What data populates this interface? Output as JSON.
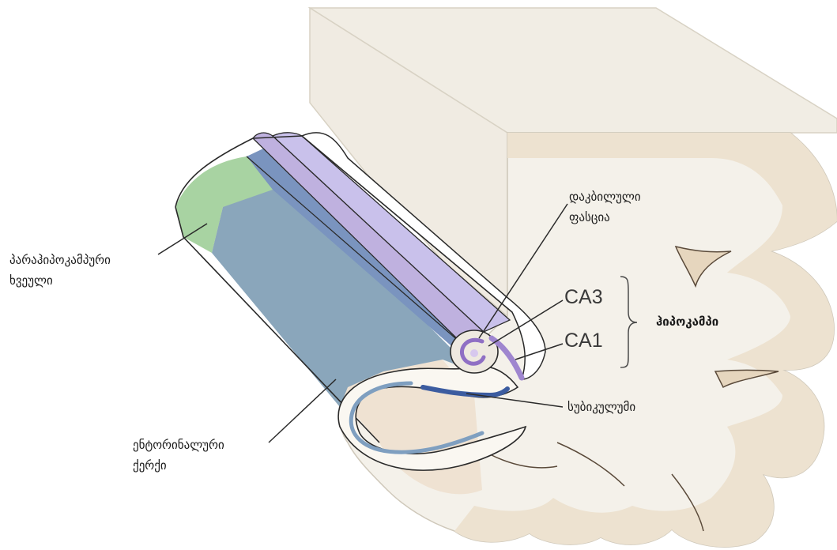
{
  "labels": {
    "dentate_gyrus": [
      "დაკბილული",
      "ფასცია"
    ],
    "parahippocampal_gyrus": [
      "პარაჰიპოკამპური",
      "ხვეული"
    ],
    "entorhinal_cortex": [
      "ენტორინალური",
      "ქერქი"
    ],
    "ca3": "CA3",
    "ca1": "CA1",
    "hippocampus": "ჰიპოკამპი",
    "subiculum": "სუბიკულუმი"
  },
  "colors": {
    "tissue": "#f3efe7",
    "gray_matter": "#ede1cf",
    "parahippocampal": "#a7d3a0",
    "entorhinal": "#8aa7bd",
    "entorhinal_dark": "#7d95bf",
    "lavender": "#bfb2e0",
    "lavender_light": "#c8c1ea",
    "ca_purple": "#9f86cf",
    "subiculum_blue": "#3e5e9e",
    "outline": "#2a2a2a"
  }
}
